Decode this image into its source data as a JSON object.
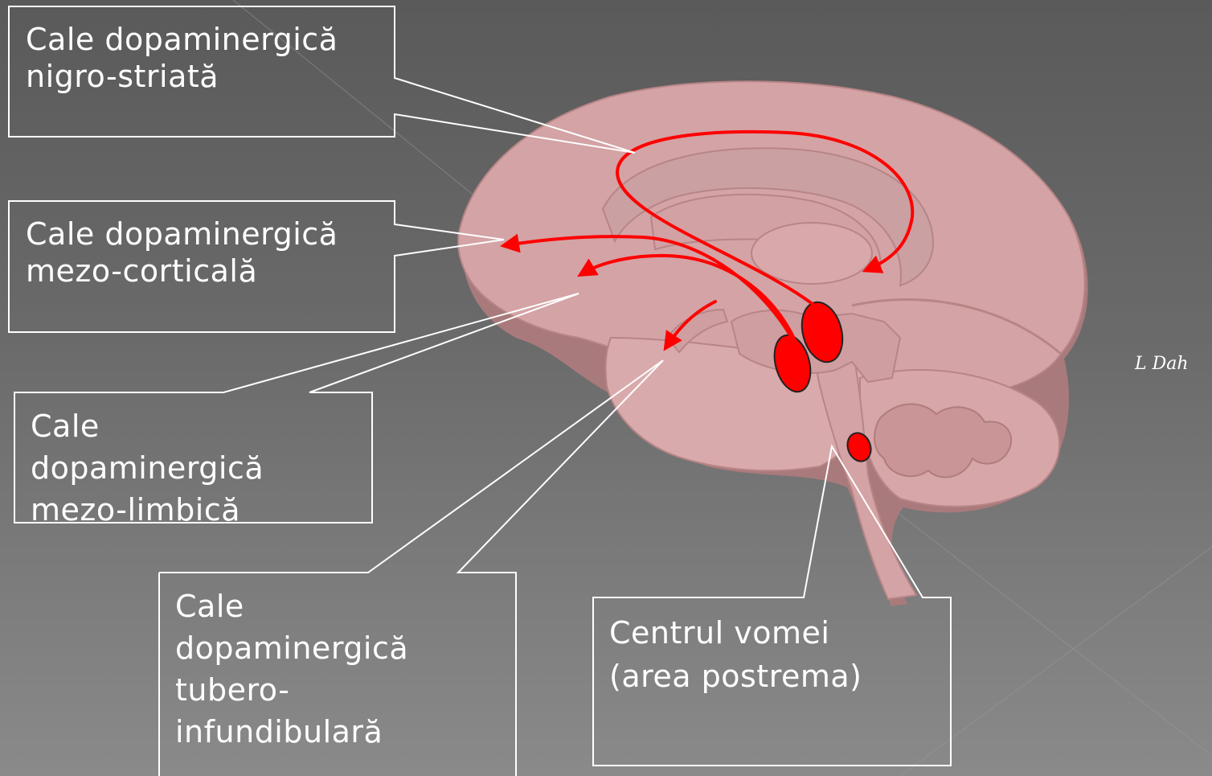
{
  "labels": {
    "nigro_striata": "Cale dopaminergică\nnigro-striată",
    "mezo_corticala": "Cale dopaminergică\nmezo-corticală",
    "mezo_limbica": "Cale\ndopaminergică\nmezo-limbică",
    "tubero_infundibulara": "Cale\ndopaminergică\ntubero-\ninfundibulară",
    "centrul_vomei": "Centrul vomei\n(area postrema)"
  },
  "signature": "L Dah",
  "colors": {
    "brain_fill": "#d4a3a5",
    "brain_edge": "#b88587",
    "pathway": "#ff0000",
    "callout_stroke": "#ffffff"
  }
}
